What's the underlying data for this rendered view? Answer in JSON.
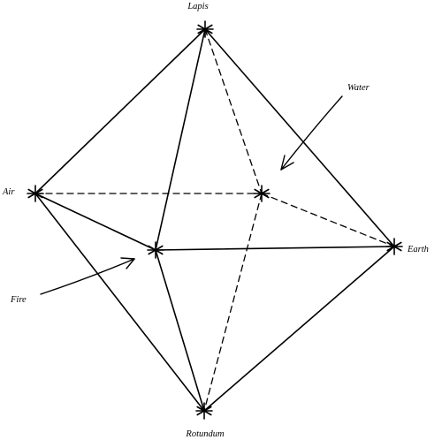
{
  "diagram": {
    "vertices": [
      {
        "id": "lapis",
        "label": "Lapis"
      },
      {
        "id": "air",
        "label": "Air"
      },
      {
        "id": "fire",
        "label": "Fire"
      },
      {
        "id": "water",
        "label": "Water"
      },
      {
        "id": "earth",
        "label": "Earth"
      },
      {
        "id": "rotundum",
        "label": "Rotundum"
      }
    ],
    "edges": [
      {
        "from": "lapis",
        "to": "air",
        "style": "solid"
      },
      {
        "from": "lapis",
        "to": "earth",
        "style": "solid"
      },
      {
        "from": "lapis",
        "to": "fire",
        "style": "solid"
      },
      {
        "from": "lapis",
        "to": "water",
        "style": "dashed"
      },
      {
        "from": "air",
        "to": "fire",
        "style": "solid"
      },
      {
        "from": "air",
        "to": "rotundum",
        "style": "solid"
      },
      {
        "from": "air",
        "to": "water",
        "style": "dashed"
      },
      {
        "from": "fire",
        "to": "earth",
        "style": "solid"
      },
      {
        "from": "fire",
        "to": "rotundum",
        "style": "solid"
      },
      {
        "from": "earth",
        "to": "rotundum",
        "style": "solid"
      },
      {
        "from": "water",
        "to": "earth",
        "style": "dashed"
      },
      {
        "from": "water",
        "to": "rotundum",
        "style": "dashed"
      }
    ]
  }
}
